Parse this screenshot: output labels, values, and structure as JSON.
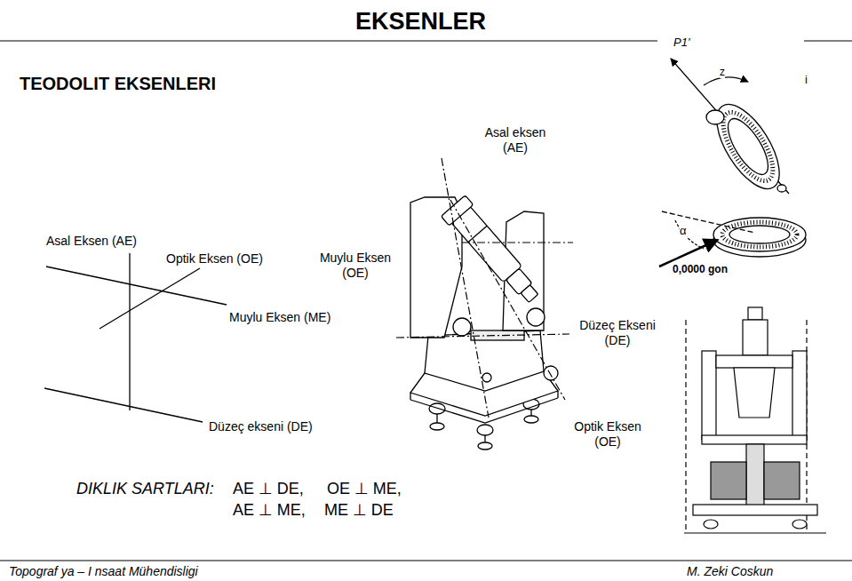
{
  "diagram": {
    "title": "EKSENLER",
    "labels": [
      "TEODOLIT EKSENLERI",
      "Asal eksen (AE)",
      "Asal Eksen (AE)",
      "Optik Eksen (OE)",
      "Muylu Eksen (OE)",
      "Muylu Eksen (ME)",
      "Düzeç Ekseni (DE)",
      "Düzeç ekseni (DE)",
      "Optik Eksen (OE)",
      "DIKLIK SARTLARI:",
      "AE ⊥ DE,",
      "OE ⊥ ME,",
      "AE ⊥ ME,",
      "ME ⊥ DE",
      "P1'",
      "z",
      "α",
      "0,0000 gon",
      "i",
      "Topograf ya – I nsaat Mühendisligi",
      "M. Zeki Coskun"
    ]
  }
}
